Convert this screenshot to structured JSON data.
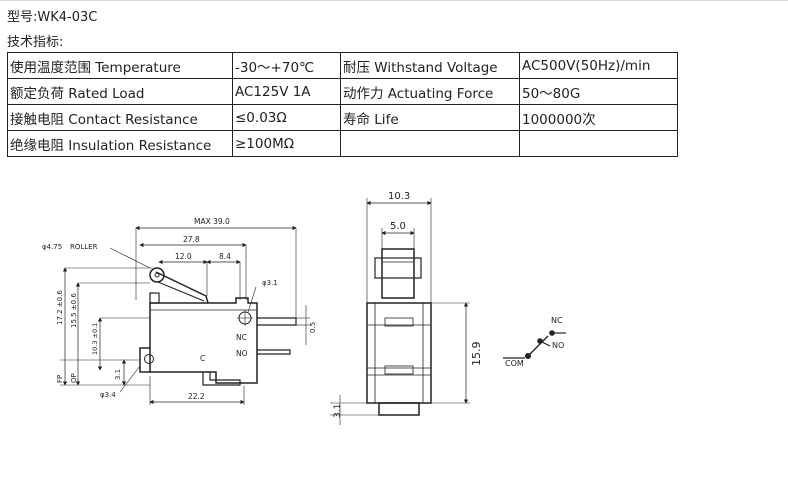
{
  "header": {
    "model_line": "型号:WK4-03C",
    "spec_title": "技术指标:"
  },
  "spec_table": {
    "rows": [
      [
        "使用温度范围 Temperature",
        "-30～+70℃",
        "耐压 Withstand Voltage",
        "AC500V(50Hz)/min"
      ],
      [
        "额定负荷 Rated Load",
        "AC125V 1A",
        "动作力 Actuating Force",
        "50～80G"
      ],
      [
        "接触电阻 Contact Resistance",
        "≤0.03Ω",
        "寿命 Life",
        "1000000次"
      ],
      [
        "绝缘电阻 Insulation Resistance",
        "≥100MΩ",
        "",
        ""
      ]
    ]
  },
  "drawing": {
    "front": {
      "max_length": "MAX 39.0",
      "dim_27_8": "27.8",
      "dim_12_0": "12.0",
      "dim_8_4": "8.4",
      "roller_label": "ROLLER",
      "roller_dia": "φ4.75",
      "hole_dia": "φ3.1",
      "fp_dim": "17.2 ±0.6",
      "op_dim": "15.5 ±0.6",
      "dim_10_3": "10.3 ±0.1",
      "fp_label": "FP",
      "op_label": "OP",
      "dim_3_1": "3.1",
      "hole_small_dia": "φ3.4",
      "dim_22_2": "22.2",
      "dim_0_5": "0.5",
      "nc_terminal": "NC",
      "no_terminal": "NO",
      "c_terminal": "C"
    },
    "side": {
      "width": "10.3",
      "inner_width": "5.0",
      "height": "15.9",
      "bottom": "3.1"
    },
    "schematic": {
      "nc": "NC",
      "no": "NO",
      "com": "COM"
    }
  }
}
